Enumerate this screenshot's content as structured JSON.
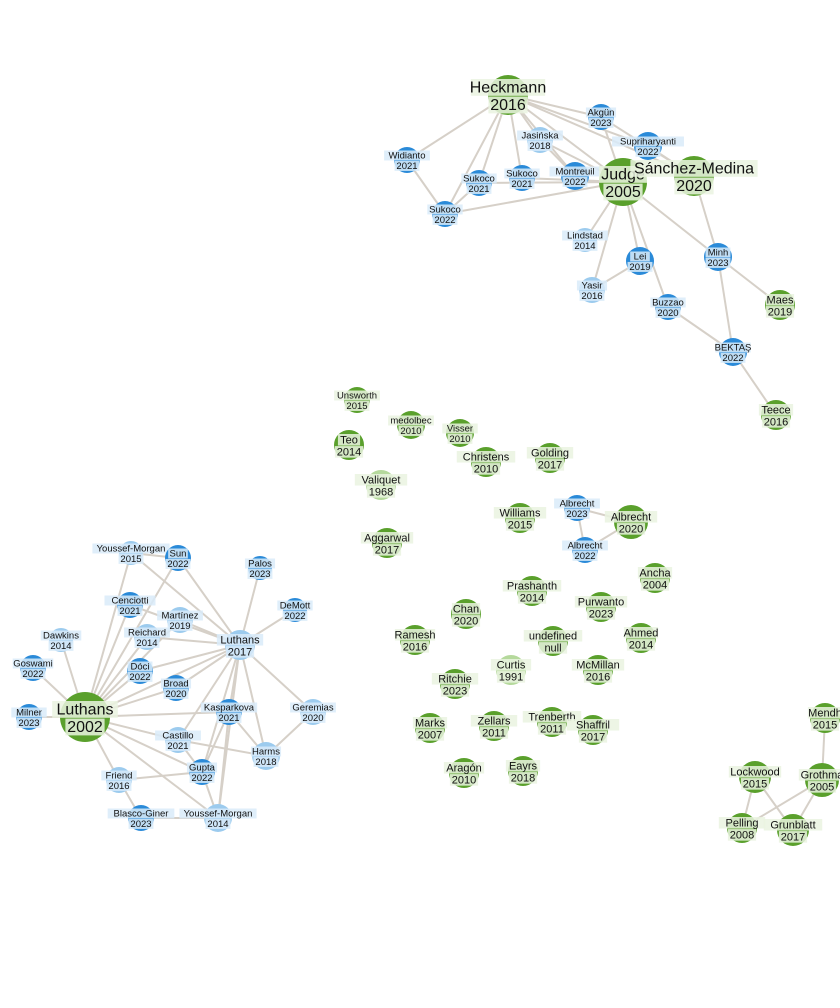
{
  "colors": {
    "primary": "#5aa02c",
    "primary_light": "#b5d99c",
    "secondary": "#2a8ad8",
    "secondary_light": "#9ccbee",
    "edge": "#d6d0c8",
    "label_bg_green": "#eaf3e0",
    "label_bg_blue": "#d9ebf9"
  },
  "nodes": [
    {
      "id": "heckmann2016",
      "label": "Heckmann",
      "year": "2016",
      "kind": "green",
      "big": true
    },
    {
      "id": "akgun2023",
      "label": "Akgün",
      "year": "2023",
      "kind": "blue"
    },
    {
      "id": "jasinska2018",
      "label": "Jasińska",
      "year": "2018",
      "kind": "lblue"
    },
    {
      "id": "supri2022",
      "label": "Supriharyanti",
      "year": "2022",
      "kind": "blue"
    },
    {
      "id": "widianto2021",
      "label": "Widianto",
      "year": "2021",
      "kind": "blue"
    },
    {
      "id": "sukoco2021a",
      "label": "Sukoco",
      "year": "2021",
      "kind": "blue"
    },
    {
      "id": "sukoco2021b",
      "label": "Sukoco",
      "year": "2021",
      "kind": "blue"
    },
    {
      "id": "montreuil2022",
      "label": "Montreuil",
      "year": "2022",
      "kind": "blue"
    },
    {
      "id": "sukoco2022",
      "label": "Sukoco",
      "year": "2022",
      "kind": "blue"
    },
    {
      "id": "judge2005",
      "label": "Judge",
      "year": "2005",
      "kind": "green",
      "big": true
    },
    {
      "id": "sanchez2020",
      "label": "Sánchez-Medina",
      "year": "2020",
      "kind": "green",
      "big": true
    },
    {
      "id": "lindstad2014",
      "label": "Lindstad",
      "year": "2014",
      "kind": "lblue"
    },
    {
      "id": "lei2019",
      "label": "Lei",
      "year": "2019",
      "kind": "blue"
    },
    {
      "id": "minh2023",
      "label": "Minh",
      "year": "2023",
      "kind": "blue"
    },
    {
      "id": "yasir2016",
      "label": "Yasir",
      "year": "2016",
      "kind": "lblue"
    },
    {
      "id": "buzzao2020",
      "label": "Buzzao",
      "year": "2020",
      "kind": "blue"
    },
    {
      "id": "maes2019",
      "label": "Maes",
      "year": "2019",
      "kind": "green"
    },
    {
      "id": "bektas2022",
      "label": "BEKTAŞ",
      "year": "2022",
      "kind": "blue"
    },
    {
      "id": "teece2016",
      "label": "Teece",
      "year": "2016",
      "kind": "green"
    },
    {
      "id": "unsworth2015",
      "label": "Unsworth",
      "year": "2015",
      "kind": "green"
    },
    {
      "id": "medolbec2010",
      "label": "medolbec",
      "year": "2010",
      "kind": "green"
    },
    {
      "id": "visser2010",
      "label": "Visser",
      "year": "2010",
      "kind": "green"
    },
    {
      "id": "teo2014",
      "label": "Teo",
      "year": "2014",
      "kind": "green"
    },
    {
      "id": "christens2010",
      "label": "Christens",
      "year": "2010",
      "kind": "green"
    },
    {
      "id": "golding2017",
      "label": "Golding",
      "year": "2017",
      "kind": "green"
    },
    {
      "id": "valiquet1968",
      "label": "Valiquet",
      "year": "1968",
      "kind": "lgreen"
    },
    {
      "id": "williams2015",
      "label": "Williams",
      "year": "2015",
      "kind": "green"
    },
    {
      "id": "albrecht2023",
      "label": "Albrecht",
      "year": "2023",
      "kind": "blue"
    },
    {
      "id": "albrecht2020",
      "label": "Albrecht",
      "year": "2020",
      "kind": "green"
    },
    {
      "id": "albrecht2022",
      "label": "Albrecht",
      "year": "2022",
      "kind": "blue"
    },
    {
      "id": "aggarwal2017",
      "label": "Aggarwal",
      "year": "2017",
      "kind": "green"
    },
    {
      "id": "prashanth2014",
      "label": "Prashanth",
      "year": "2014",
      "kind": "green"
    },
    {
      "id": "ancha2004",
      "label": "Ancha",
      "year": "2004",
      "kind": "green"
    },
    {
      "id": "purwanto2023",
      "label": "Purwanto",
      "year": "2023",
      "kind": "green"
    },
    {
      "id": "chan2020",
      "label": "Chan",
      "year": "2020",
      "kind": "green"
    },
    {
      "id": "ramesh2016",
      "label": "Ramesh",
      "year": "2016",
      "kind": "green"
    },
    {
      "id": "undefinednull",
      "label": "undefined",
      "year": "null",
      "kind": "green"
    },
    {
      "id": "ahmed2014",
      "label": "Ahmed",
      "year": "2014",
      "kind": "green"
    },
    {
      "id": "curtis1991",
      "label": "Curtis",
      "year": "1991",
      "kind": "lgreen"
    },
    {
      "id": "mcmillan2016",
      "label": "McMillan",
      "year": "2016",
      "kind": "green"
    },
    {
      "id": "ritchie2023",
      "label": "Ritchie",
      "year": "2023",
      "kind": "green"
    },
    {
      "id": "marks2007",
      "label": "Marks",
      "year": "2007",
      "kind": "green"
    },
    {
      "id": "zellars2011",
      "label": "Zellars",
      "year": "2011",
      "kind": "green"
    },
    {
      "id": "trenberth2011",
      "label": "Trenberth",
      "year": "2011",
      "kind": "green"
    },
    {
      "id": "shaffril2017",
      "label": "Shaffril",
      "year": "2017",
      "kind": "green"
    },
    {
      "id": "aragon2010",
      "label": "Aragón",
      "year": "2010",
      "kind": "green"
    },
    {
      "id": "eayrs2018",
      "label": "Eayrs",
      "year": "2018",
      "kind": "green"
    },
    {
      "id": "mendh2015",
      "label": "Mendh",
      "year": "2015",
      "kind": "green"
    },
    {
      "id": "lockwood2015",
      "label": "Lockwood",
      "year": "2015",
      "kind": "green"
    },
    {
      "id": "grothma2005",
      "label": "Grothma",
      "year": "2005",
      "kind": "green"
    },
    {
      "id": "pelling2008",
      "label": "Pelling",
      "year": "2008",
      "kind": "green"
    },
    {
      "id": "grunblatt2017",
      "label": "Grunblatt",
      "year": "2017",
      "kind": "green"
    },
    {
      "id": "ym2015",
      "label": "Youssef-Morgan",
      "year": "2015",
      "kind": "lblue"
    },
    {
      "id": "sun2022",
      "label": "Sun",
      "year": "2022",
      "kind": "blue"
    },
    {
      "id": "palos2023",
      "label": "Palos",
      "year": "2023",
      "kind": "blue"
    },
    {
      "id": "cenciotti2021",
      "label": "Cenciotti",
      "year": "2021",
      "kind": "blue"
    },
    {
      "id": "demott2022",
      "label": "DeMott",
      "year": "2022",
      "kind": "blue"
    },
    {
      "id": "martinez2019",
      "label": "Martínez",
      "year": "2019",
      "kind": "lblue"
    },
    {
      "id": "reichard2014",
      "label": "Reichard",
      "year": "2014",
      "kind": "lblue"
    },
    {
      "id": "luthans2017",
      "label": "Luthans",
      "year": "2017",
      "kind": "lblue"
    },
    {
      "id": "dawkins2014",
      "label": "Dawkins",
      "year": "2014",
      "kind": "lblue"
    },
    {
      "id": "goswami2022",
      "label": "Goswami",
      "year": "2022",
      "kind": "blue"
    },
    {
      "id": "doci2022",
      "label": "Dóci",
      "year": "2022",
      "kind": "blue"
    },
    {
      "id": "broad2020",
      "label": "Broad",
      "year": "2020",
      "kind": "blue"
    },
    {
      "id": "luthans2002",
      "label": "Luthans",
      "year": "2002",
      "kind": "green",
      "big": true
    },
    {
      "id": "milner2023",
      "label": "Milner",
      "year": "2023",
      "kind": "blue"
    },
    {
      "id": "kasparkova2021",
      "label": "Kasparkova",
      "year": "2021",
      "kind": "blue"
    },
    {
      "id": "geremias2020",
      "label": "Geremias",
      "year": "2020",
      "kind": "lblue"
    },
    {
      "id": "castillo2021",
      "label": "Castillo",
      "year": "2021",
      "kind": "lblue"
    },
    {
      "id": "harms2018",
      "label": "Harms",
      "year": "2018",
      "kind": "lblue"
    },
    {
      "id": "gupta2022",
      "label": "Gupta",
      "year": "2022",
      "kind": "blue"
    },
    {
      "id": "friend2016",
      "label": "Friend",
      "year": "2016",
      "kind": "lblue"
    },
    {
      "id": "blasco2023",
      "label": "Blasco-Giner",
      "year": "2023",
      "kind": "blue"
    },
    {
      "id": "ym2014",
      "label": "Youssef-Morgan",
      "year": "2014",
      "kind": "lblue"
    }
  ],
  "edges": [
    [
      "heckmann2016",
      "widianto2021"
    ],
    [
      "heckmann2016",
      "sukoco2021a"
    ],
    [
      "heckmann2016",
      "sukoco2022"
    ],
    [
      "heckmann2016",
      "sukoco2021b"
    ],
    [
      "heckmann2016",
      "jasinska2018"
    ],
    [
      "heckmann2016",
      "akgun2023"
    ],
    [
      "heckmann2016",
      "supri2022"
    ],
    [
      "heckmann2016",
      "judge2005"
    ],
    [
      "heckmann2016",
      "sanchez2020"
    ],
    [
      "heckmann2016",
      "montreuil2022"
    ],
    [
      "widianto2021",
      "sukoco2022"
    ],
    [
      "sukoco2021a",
      "sukoco2022"
    ],
    [
      "sukoco2021a",
      "judge2005"
    ],
    [
      "sukoco2021b",
      "judge2005"
    ],
    [
      "sukoco2022",
      "judge2005"
    ],
    [
      "jasinska2018",
      "judge2005"
    ],
    [
      "jasinska2018",
      "montreuil2022"
    ],
    [
      "akgun2023",
      "judge2005"
    ],
    [
      "akgun2023",
      "sanchez2020"
    ],
    [
      "supri2022",
      "sanchez2020"
    ],
    [
      "judge2005",
      "lindstad2014"
    ],
    [
      "judge2005",
      "yasir2016"
    ],
    [
      "judge2005",
      "lei2019"
    ],
    [
      "judge2005",
      "buzzao2020"
    ],
    [
      "judge2005",
      "minh2023"
    ],
    [
      "sanchez2020",
      "minh2023"
    ],
    [
      "lei2019",
      "yasir2016"
    ],
    [
      "minh2023",
      "maes2019"
    ],
    [
      "minh2023",
      "bektas2022"
    ],
    [
      "buzzao2020",
      "bektas2022"
    ],
    [
      "bektas2022",
      "teece2016"
    ],
    [
      "albrecht2023",
      "albrecht2020"
    ],
    [
      "albrecht2023",
      "albrecht2022"
    ],
    [
      "albrecht2022",
      "albrecht2020"
    ],
    [
      "mendh2015",
      "grothma2005"
    ],
    [
      "lockwood2015",
      "grunblatt2017"
    ],
    [
      "lockwood2015",
      "pelling2008"
    ],
    [
      "grothma2005",
      "pelling2008"
    ],
    [
      "grothma2005",
      "grunblatt2017"
    ],
    [
      "luthans2002",
      "dawkins2014"
    ],
    [
      "luthans2002",
      "goswami2022"
    ],
    [
      "luthans2002",
      "milner2023"
    ],
    [
      "luthans2002",
      "ym2015"
    ],
    [
      "luthans2002",
      "sun2022"
    ],
    [
      "luthans2002",
      "cenciotti2021"
    ],
    [
      "luthans2002",
      "reichard2014"
    ],
    [
      "luthans2002",
      "doci2022"
    ],
    [
      "luthans2002",
      "broad2020"
    ],
    [
      "luthans2002",
      "luthans2017"
    ],
    [
      "luthans2002",
      "kasparkova2021"
    ],
    [
      "luthans2002",
      "castillo2021"
    ],
    [
      "luthans2002",
      "gupta2022"
    ],
    [
      "luthans2002",
      "friend2016"
    ],
    [
      "luthans2002",
      "ym2014"
    ],
    [
      "luthans2002",
      "martinez2019"
    ],
    [
      "luthans2017",
      "ym2015"
    ],
    [
      "luthans2017",
      "sun2022"
    ],
    [
      "luthans2017",
      "palos2023"
    ],
    [
      "luthans2017",
      "demott2022"
    ],
    [
      "luthans2017",
      "cenciotti2021"
    ],
    [
      "luthans2017",
      "martinez2019"
    ],
    [
      "luthans2017",
      "reichard2014"
    ],
    [
      "luthans2017",
      "doci2022"
    ],
    [
      "luthans2017",
      "broad2020"
    ],
    [
      "luthans2017",
      "kasparkova2021"
    ],
    [
      "luthans2017",
      "castillo2021"
    ],
    [
      "luthans2017",
      "harms2018"
    ],
    [
      "luthans2017",
      "geremias2020"
    ],
    [
      "luthans2017",
      "gupta2022"
    ],
    [
      "luthans2017",
      "ym2014"
    ],
    [
      "kasparkova2021",
      "harms2018"
    ],
    [
      "castillo2021",
      "harms2018"
    ],
    [
      "geremias2020",
      "harms2018"
    ],
    [
      "castillo2021",
      "gupta2022"
    ],
    [
      "kasparkova2021",
      "gupta2022"
    ],
    [
      "kasparkova2021",
      "ym2014"
    ],
    [
      "friend2016",
      "gupta2022"
    ],
    [
      "friend2016",
      "blasco2023"
    ],
    [
      "blasco2023",
      "ym2014"
    ],
    [
      "gupta2022",
      "ym2014"
    ],
    [
      "ym2015",
      "sun2022"
    ]
  ]
}
